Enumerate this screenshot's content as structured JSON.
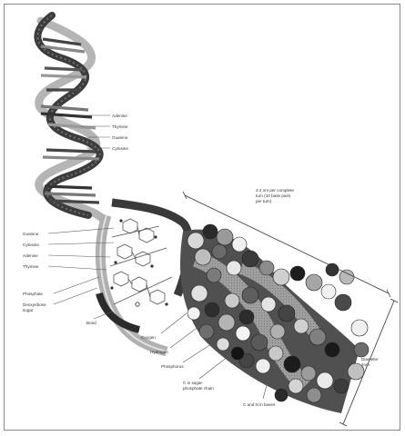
{
  "labels": {
    "adenine_top": "Adenine",
    "thymine_top": "Thymine",
    "guanine_top": "Guanine",
    "cytosine_top": "Cytosine",
    "turn_line1": "3.4 nm per complete",
    "turn_line2": "turn (10 base pairs",
    "turn_line3": "per turn)",
    "guanine_left": "Guanine",
    "cytosine_left": "Cytosine",
    "adenine_left": "Adenine",
    "thymine_left": "Thymine",
    "phosphate_left": "Phosphate",
    "deoxyribose_line1": "Deoxyribose",
    "deoxyribose_line2": "sugar",
    "bond": "Bond",
    "oxygen": "Oxygen",
    "hydrogen": "Hydrogen",
    "phosphorus": "Phosphorus",
    "c_sugar_line1": "C in sugar-",
    "c_sugar_line2": "phosphate chain",
    "c_n_bases": "C and N in bases",
    "diameter_line1": "Diameter",
    "diameter_line2": "2nm"
  },
  "colors": {
    "strand_dark": "#3c3c3c",
    "strand_light": "#b5b5b5",
    "leader_line": "#555555",
    "frame": "#8a8a8a"
  }
}
